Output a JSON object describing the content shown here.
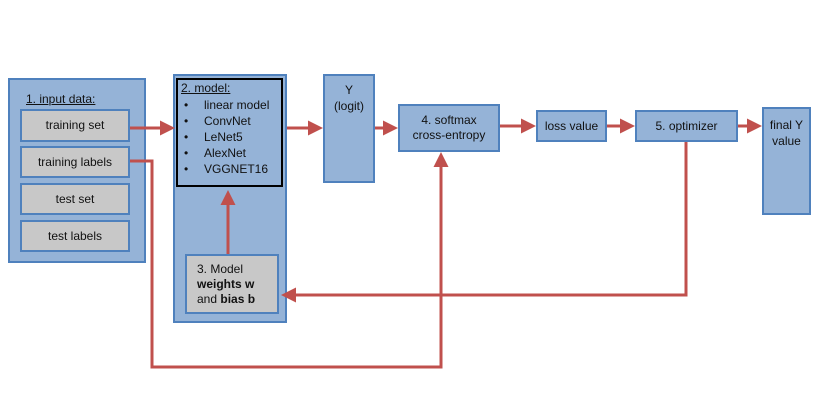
{
  "input_data": {
    "title": "1. input data:",
    "items": [
      "training set",
      "training labels",
      "test set",
      "test labels"
    ]
  },
  "model": {
    "title": "2. model:",
    "items": [
      "linear model",
      "ConvNet",
      "LeNet5",
      "AlexNet",
      "VGGNET16"
    ]
  },
  "weights": {
    "line1": "3. Model",
    "line2": "weights w",
    "line3_prefix": "and ",
    "line3_bold": "bias b"
  },
  "logit": {
    "line1": "Y",
    "line2": "(logit)"
  },
  "softmax": {
    "line1": "4. softmax",
    "line2": "cross-entropy"
  },
  "loss": {
    "label": "loss value"
  },
  "optimizer": {
    "label": "5. optimizer"
  },
  "final": {
    "line1": "final Y",
    "line2": "value"
  },
  "colors": {
    "box_fill": "#95b3d7",
    "box_border": "#4f81bd",
    "inner_fill": "#c8c8c8",
    "arrow": "#c0504d"
  }
}
